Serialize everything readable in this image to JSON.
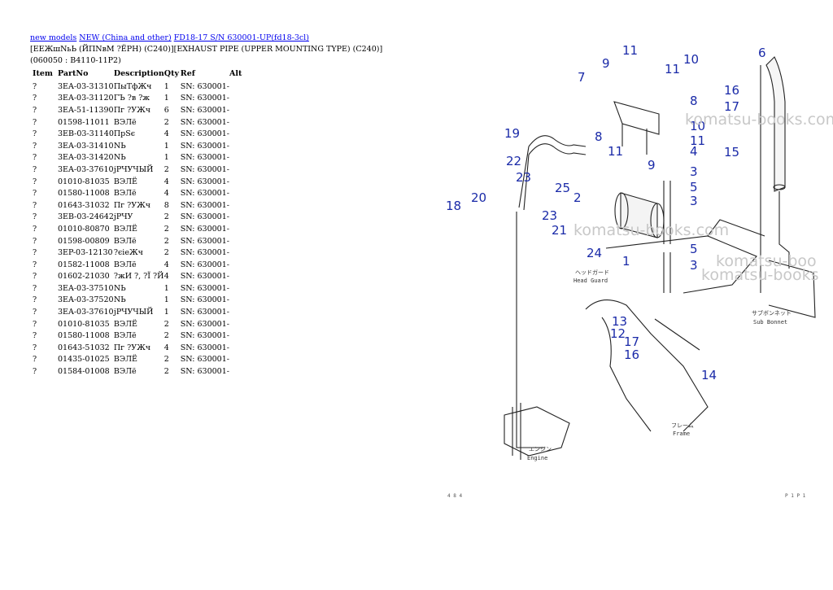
{
  "breadcrumb": [
    {
      "label": "new models"
    },
    {
      "label": "NEW (China and other)"
    },
    {
      "label": "FD18-17 S/N 630001-UP(fd18-3cl)"
    }
  ],
  "title": "[ЕЕЖшNьЬ (ЙПNвМ ?ЁРН) (C240)][EXHAUST PIPE (UPPER MOUNTING TYPE) (C240)](060050 : B4110-11P2)",
  "table": {
    "headers": [
      "Item",
      "PartNo",
      "Description",
      "Qty",
      "Ref",
      "Alt"
    ],
    "rows": [
      [
        "?",
        "3EA-03-31310",
        "ПыТфЖч",
        "1",
        "SN: 630001-",
        ""
      ],
      [
        "?",
        "3EA-03-31120",
        "ГЪ ?в ?ж",
        "1",
        "SN: 630001-",
        ""
      ],
      [
        "?",
        "3EA-51-11390",
        "Пг ?УЖч",
        "6",
        "SN: 630001-",
        ""
      ],
      [
        "?",
        "01598-11011",
        "ВЭЛё",
        "2",
        "SN: 630001-",
        ""
      ],
      [
        "?",
        "3EB-03-31140",
        "ПрSє",
        "4",
        "SN: 630001-",
        ""
      ],
      [
        "?",
        "3EA-03-31410",
        "NЬ",
        "1",
        "SN: 630001-",
        ""
      ],
      [
        "?",
        "3EA-03-31420",
        "NЬ",
        "1",
        "SN: 630001-",
        ""
      ],
      [
        "?",
        "3EA-03-37610",
        "јРЧУЧЫЙ",
        "2",
        "SN: 630001-",
        ""
      ],
      [
        "?",
        "01010-81035",
        "ВЭЛЁ",
        "4",
        "SN: 630001-",
        ""
      ],
      [
        "?",
        "01580-11008",
        "ВЭЛё",
        "4",
        "SN: 630001-",
        ""
      ],
      [
        "?",
        "01643-31032",
        "Пг ?УЖч",
        "8",
        "SN: 630001-",
        ""
      ],
      [
        "?",
        "3EB-03-24642",
        "јРЧУ",
        "2",
        "SN: 630001-",
        ""
      ],
      [
        "?",
        "01010-80870",
        "ВЭЛЁ",
        "2",
        "SN: 630001-",
        ""
      ],
      [
        "?",
        "01598-00809",
        "ВЭЛё",
        "2",
        "SN: 630001-",
        ""
      ],
      [
        "?",
        "3EP-03-12130",
        "?єіеЖч",
        "2",
        "SN: 630001-",
        ""
      ],
      [
        "?",
        "01582-11008",
        "ВЭЛё",
        "4",
        "SN: 630001-",
        ""
      ],
      [
        "?",
        "01602-21030",
        "?жИ ?, ?Ї ?Й",
        "4",
        "SN: 630001-",
        ""
      ],
      [
        "?",
        "3EA-03-37510",
        "NЬ",
        "1",
        "SN: 630001-",
        ""
      ],
      [
        "?",
        "3EA-03-37520",
        "NЬ",
        "1",
        "SN: 630001-",
        ""
      ],
      [
        "?",
        "3EA-03-37610",
        "јРЧУЧЫЙ",
        "1",
        "SN: 630001-",
        ""
      ],
      [
        "?",
        "01010-81035",
        "ВЭЛЁ",
        "2",
        "SN: 630001-",
        ""
      ],
      [
        "?",
        "01580-11008",
        "ВЭЛё",
        "2",
        "SN: 630001-",
        ""
      ],
      [
        "?",
        "01643-51032",
        "Пг ?УЖч",
        "4",
        "SN: 630001-",
        ""
      ],
      [
        "?",
        "01435-01025",
        "ВЭЛЁ",
        "2",
        "SN: 630001-",
        ""
      ],
      [
        "?",
        "01584-01008",
        "ВЭЛё",
        "2",
        "SN: 630001-",
        ""
      ]
    ]
  },
  "diagram": {
    "callouts": [
      "1",
      "2",
      "3",
      "3",
      "3",
      "4",
      "5",
      "5",
      "6",
      "7",
      "8",
      "8",
      "9",
      "9",
      "10",
      "10",
      "11",
      "11",
      "11",
      "11",
      "12",
      "13",
      "14",
      "15",
      "16",
      "16",
      "17",
      "17",
      "18",
      "19",
      "20",
      "21",
      "22",
      "23",
      "23",
      "24",
      "25"
    ],
    "labels": {
      "head_guard_jp": "ヘッドガード",
      "head_guard": "Head Guard",
      "sub_bonnet_jp": "サブボンネット",
      "sub_bonnet": "Sub Bonnet",
      "frame_jp": "フレーム",
      "frame": "Frame",
      "engine_jp": "エンジン",
      "engine": "Engine"
    },
    "watermarks": [
      "komatsu-books.com",
      "komatsu-books.com",
      "komatsu-boo",
      "komatsu-books"
    ],
    "page_marks": [
      "4 8 4",
      "P 1 P 1"
    ]
  },
  "colors": {
    "link": "#0000ee",
    "callout": "#1a2aa8",
    "watermark": "#c8c8c8"
  }
}
